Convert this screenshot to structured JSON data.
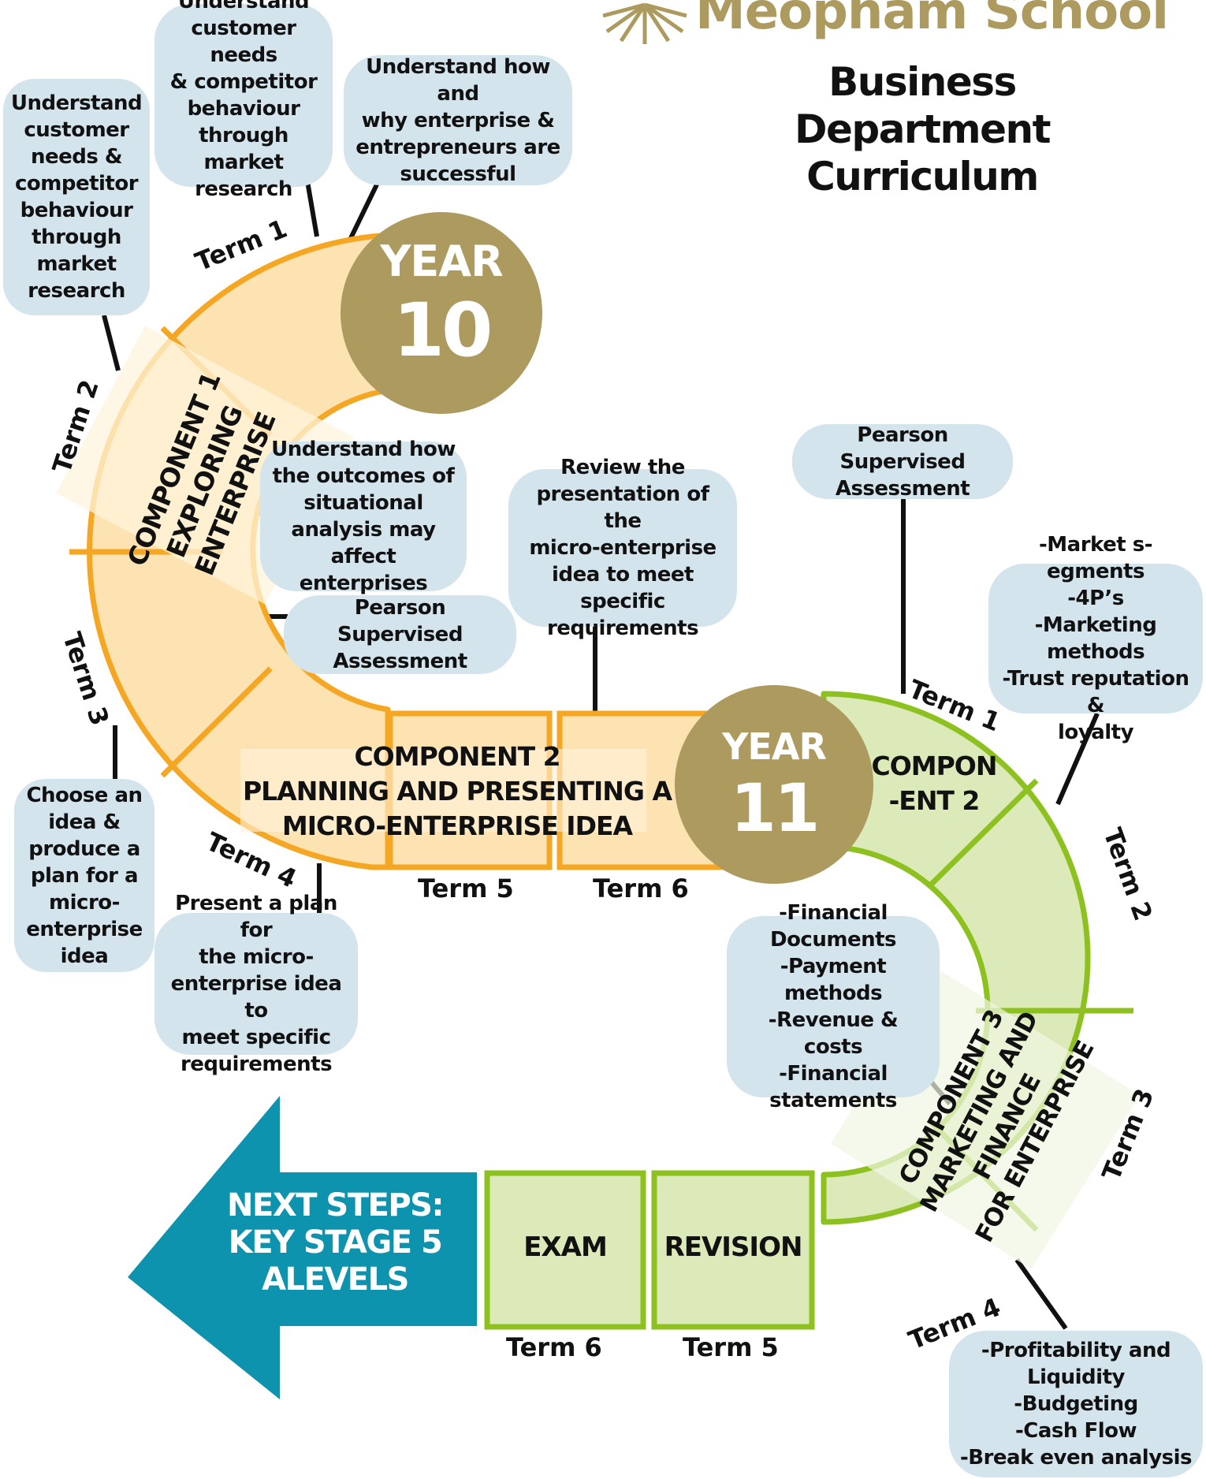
{
  "school_name": "Meopham School",
  "title": {
    "line1": "Business",
    "line2": "Department Curriculum"
  },
  "year10": {
    "label": "YEAR",
    "number": "10"
  },
  "year11": {
    "label": "YEAR",
    "number": "11"
  },
  "term_labels": {
    "y10_term1": "Term 1",
    "y10_term2": "Term 2",
    "y10_term3": "Term 3",
    "y10_term4": "Term 4",
    "y10_term5": "Term 5",
    "y10_term6": "Term 6",
    "y11_term1": "Term 1",
    "y11_term2": "Term 2",
    "y11_term3": "Term 3",
    "y11_term4": "Term 4",
    "y11_term5": "Term 5",
    "y11_term6": "Term 6"
  },
  "components": {
    "c1": "COMPONENT 1\nEXPLORING ENTERPRISE",
    "c2_line1": "COMPONENT 2",
    "c2_line2": "PLANNING AND PRESENTING A",
    "c2_line3": "MICRO-ENTERPRISE IDEA",
    "c2_short_line1": "COMPON",
    "c2_short_line2": "-ENT 2",
    "c3": "COMPONENT 3\nMARKETING AND FINANCE\nFOR ENTERPRISE"
  },
  "boxes": {
    "exam": "EXAM",
    "revision": "REVISION"
  },
  "next_steps": {
    "line1": "NEXT STEPS:",
    "line2": "KEY STAGE 5",
    "line3": "ALEVELS"
  },
  "bubbles": {
    "y10_t1_a": "Understand\ncustomer needs\n& competitor\nbehaviour\nthrough market\nresearch",
    "y10_t1_b": "Understand how and\nwhy enterprise &\nentrepreneurs are\nsuccessful",
    "y10_t2": "Understand\ncustomer\nneeds &\ncompetitor\nbehaviour\nthrough\nmarket\nresearch",
    "y10_outcomes": "Understand how\nthe outcomes of\nsituational\nanalysis may\naffect enterprises",
    "y10_pearson": "Pearson Supervised\nAssessment",
    "y10_review": "Review the\npresentation of the\nmicro-enterprise\nidea to meet specific\nrequirements",
    "y10_choose": "Choose an\nidea &\nproduce a\nplan for a\nmicro-\nenterprise\nidea",
    "y10_present": "Present a plan for\nthe micro-\nenterprise idea to\nmeet specific\nrequirements",
    "y11_pearson": "Pearson Supervised\nAssessment",
    "y11_market": "-Market s-egments\n-4P’s\n-Marketing methods\n-Trust reputation &\nloyalty",
    "y11_finance": "-Financial\nDocuments\n-Payment methods\n-Revenue & costs\n-Financial\nstatements",
    "y11_profit": "-Profitability and\nLiquidity\n-Budgeting\n-Cash Flow\n-Break even analysis"
  },
  "colors": {
    "gold": "#ad9a5e",
    "orange": "#f5a623",
    "orange_fill": "#fde2b2",
    "green": "#8dc11f",
    "green_fill": "#dbeab8",
    "bubble": "#d3e4ed",
    "teal": "#0d93ad"
  }
}
